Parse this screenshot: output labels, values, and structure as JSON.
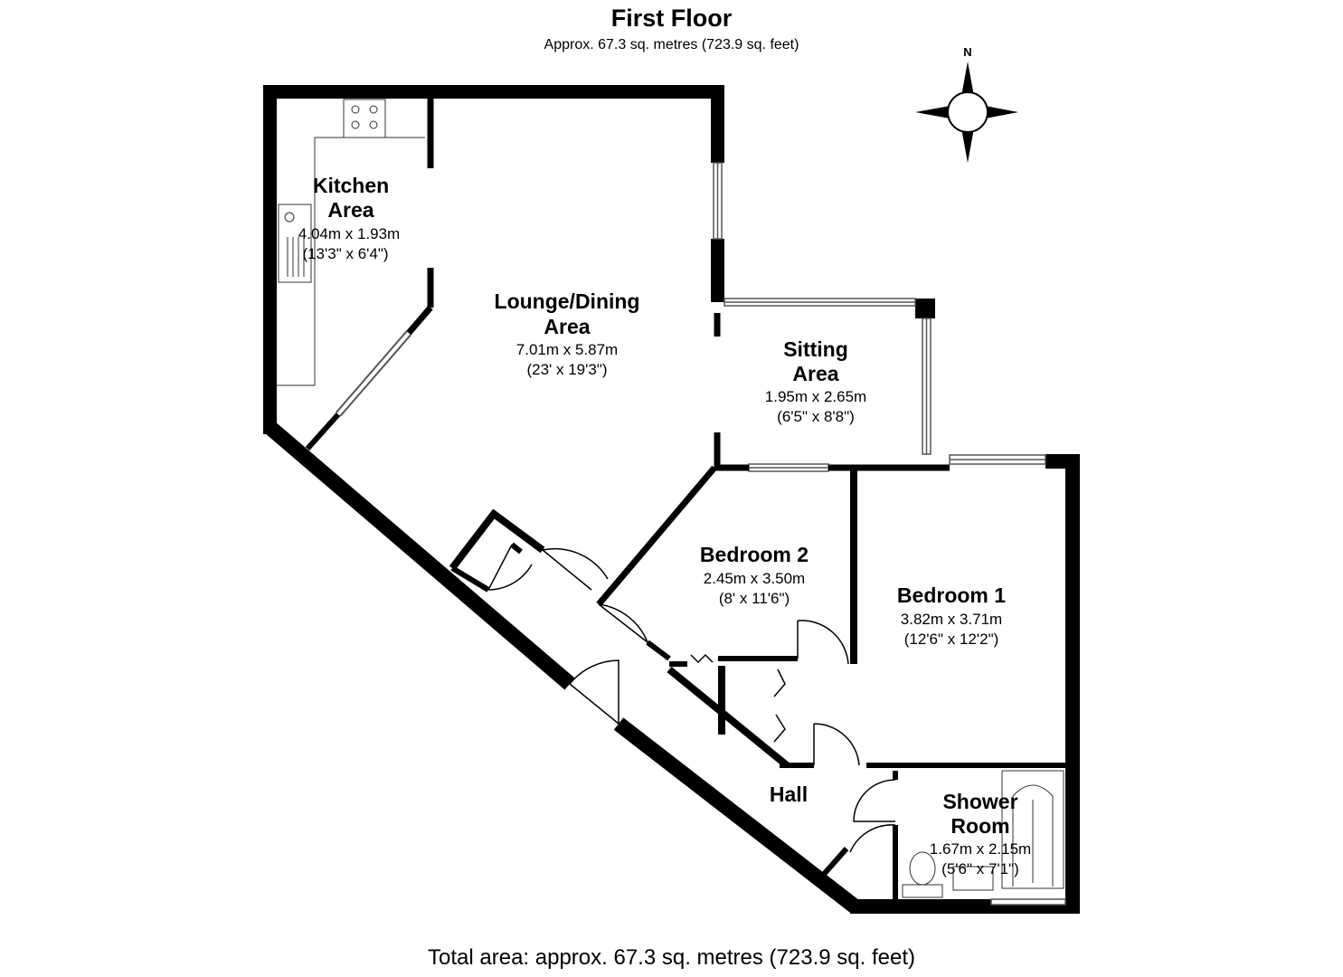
{
  "header": {
    "title": "First Floor",
    "subtitle": "Approx. 67.3 sq. metres (723.9 sq. feet)"
  },
  "compass": {
    "north_label": "N"
  },
  "rooms": {
    "kitchen": {
      "name_line1": "Kitchen",
      "name_line2": "Area",
      "metric": "4.04m x 1.93m",
      "imperial": "(13'3\" x 6'4\")"
    },
    "lounge": {
      "name_line1": "Lounge/Dining",
      "name_line2": "Area",
      "metric": "7.01m x 5.87m",
      "imperial": "(23' x 19'3\")"
    },
    "sitting": {
      "name_line1": "Sitting",
      "name_line2": "Area",
      "metric": "1.95m x 2.65m",
      "imperial": "(6'5\" x 8'8\")"
    },
    "bedroom2": {
      "name": "Bedroom 2",
      "metric": "2.45m x 3.50m",
      "imperial": "(8' x 11'6\")"
    },
    "bedroom1": {
      "name": "Bedroom 1",
      "metric": "3.82m x 3.71m",
      "imperial": "(12'6\" x 12'2\")"
    },
    "hall": {
      "name": "Hall"
    },
    "shower": {
      "name_line1": "Shower",
      "name_line2": "Room",
      "metric": "1.67m x 2.15m",
      "imperial": "(5'6\" x 7'1\")"
    }
  },
  "footer": {
    "total_area": "Total area: approx. 67.3 sq. metres (723.9 sq. feet)"
  }
}
